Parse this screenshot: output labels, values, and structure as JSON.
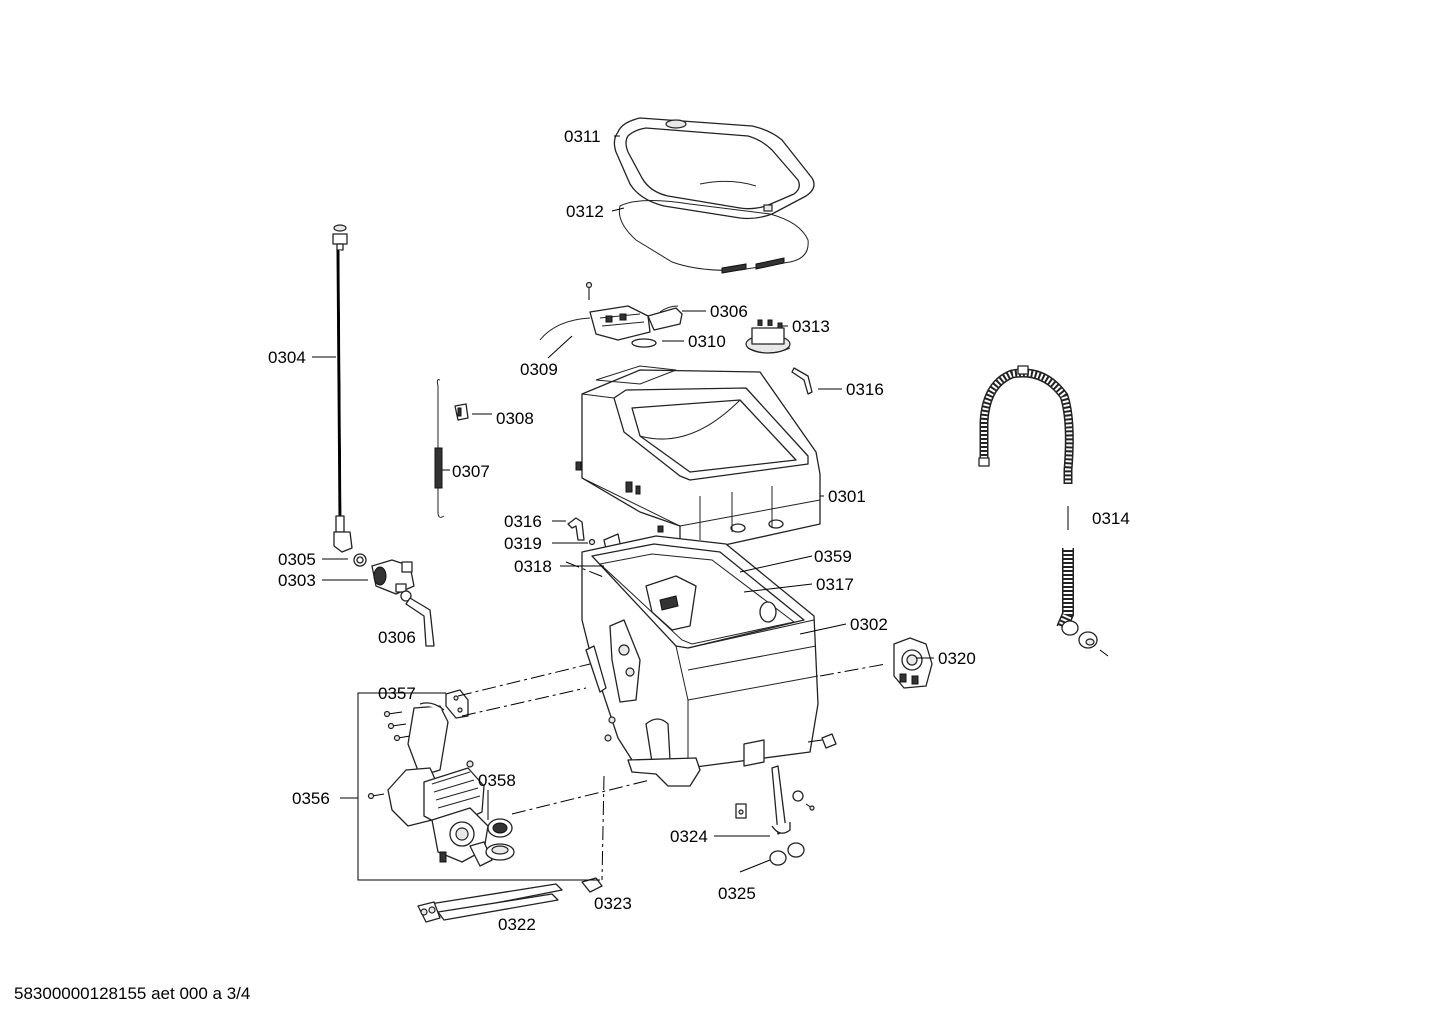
{
  "labels": {
    "p0301": "0301",
    "p0302": "0302",
    "p0303": "0303",
    "p0304": "0304",
    "p0305": "0305",
    "p0306a": "0306",
    "p0306b": "0306",
    "p0307": "0307",
    "p0308": "0308",
    "p0309": "0309",
    "p0310": "0310",
    "p0311": "0311",
    "p0312": "0312",
    "p0313": "0313",
    "p0314": "0314",
    "p0316a": "0316",
    "p0316b": "0316",
    "p0317": "0317",
    "p0318": "0318",
    "p0319": "0319",
    "p0320": "0320",
    "p0322": "0322",
    "p0323": "0323",
    "p0324": "0324",
    "p0325": "0325",
    "p0356": "0356",
    "p0357": "0357",
    "p0358": "0358",
    "p0359": "0359"
  },
  "footer": "58300000128155 aet 000 a 3/4"
}
